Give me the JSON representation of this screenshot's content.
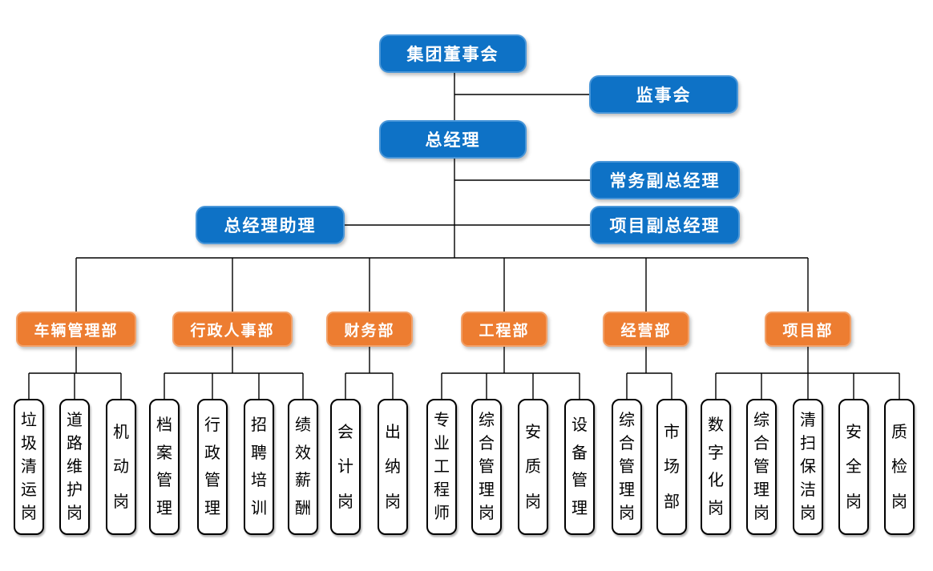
{
  "org": {
    "executives": {
      "board": "集团董事会",
      "supervisory": "监事会",
      "general_manager": "总经理",
      "executive_deputy_gm": "常务副总经理",
      "project_deputy_gm": "项目副总经理",
      "gm_assistant": "总经理助理"
    },
    "departments": [
      {
        "label": "车辆管理部",
        "positions": [
          "垃圾清运岗",
          "道路维护岗",
          "机动岗"
        ]
      },
      {
        "label": "行政人事部",
        "positions": [
          "档案管理",
          "行政管理",
          "招聘培训",
          "绩效薪酬"
        ]
      },
      {
        "label": "财务部",
        "positions": [
          "会计岗",
          "出纳岗"
        ]
      },
      {
        "label": "工程部",
        "positions": [
          "专业工程师",
          "综合管理岗",
          "安质岗",
          "设备管理"
        ]
      },
      {
        "label": "经营部",
        "positions": [
          "综合管理岗",
          "市场部"
        ]
      },
      {
        "label": "项目部",
        "positions": [
          "数字化岗",
          "综合管理岗",
          "清扫保洁岗",
          "安全岗",
          "质检岗"
        ]
      }
    ],
    "colors": {
      "executive_fill": "#0E72C6",
      "executive_border": "#4A97D9",
      "department_fill": "#ED7D31",
      "department_border": "#F2A169",
      "position_fill": "#FFFFFF",
      "position_border": "#000000",
      "connector": "#000000",
      "text_on_color": "#FFFFFF",
      "text_on_white": "#000000"
    }
  }
}
